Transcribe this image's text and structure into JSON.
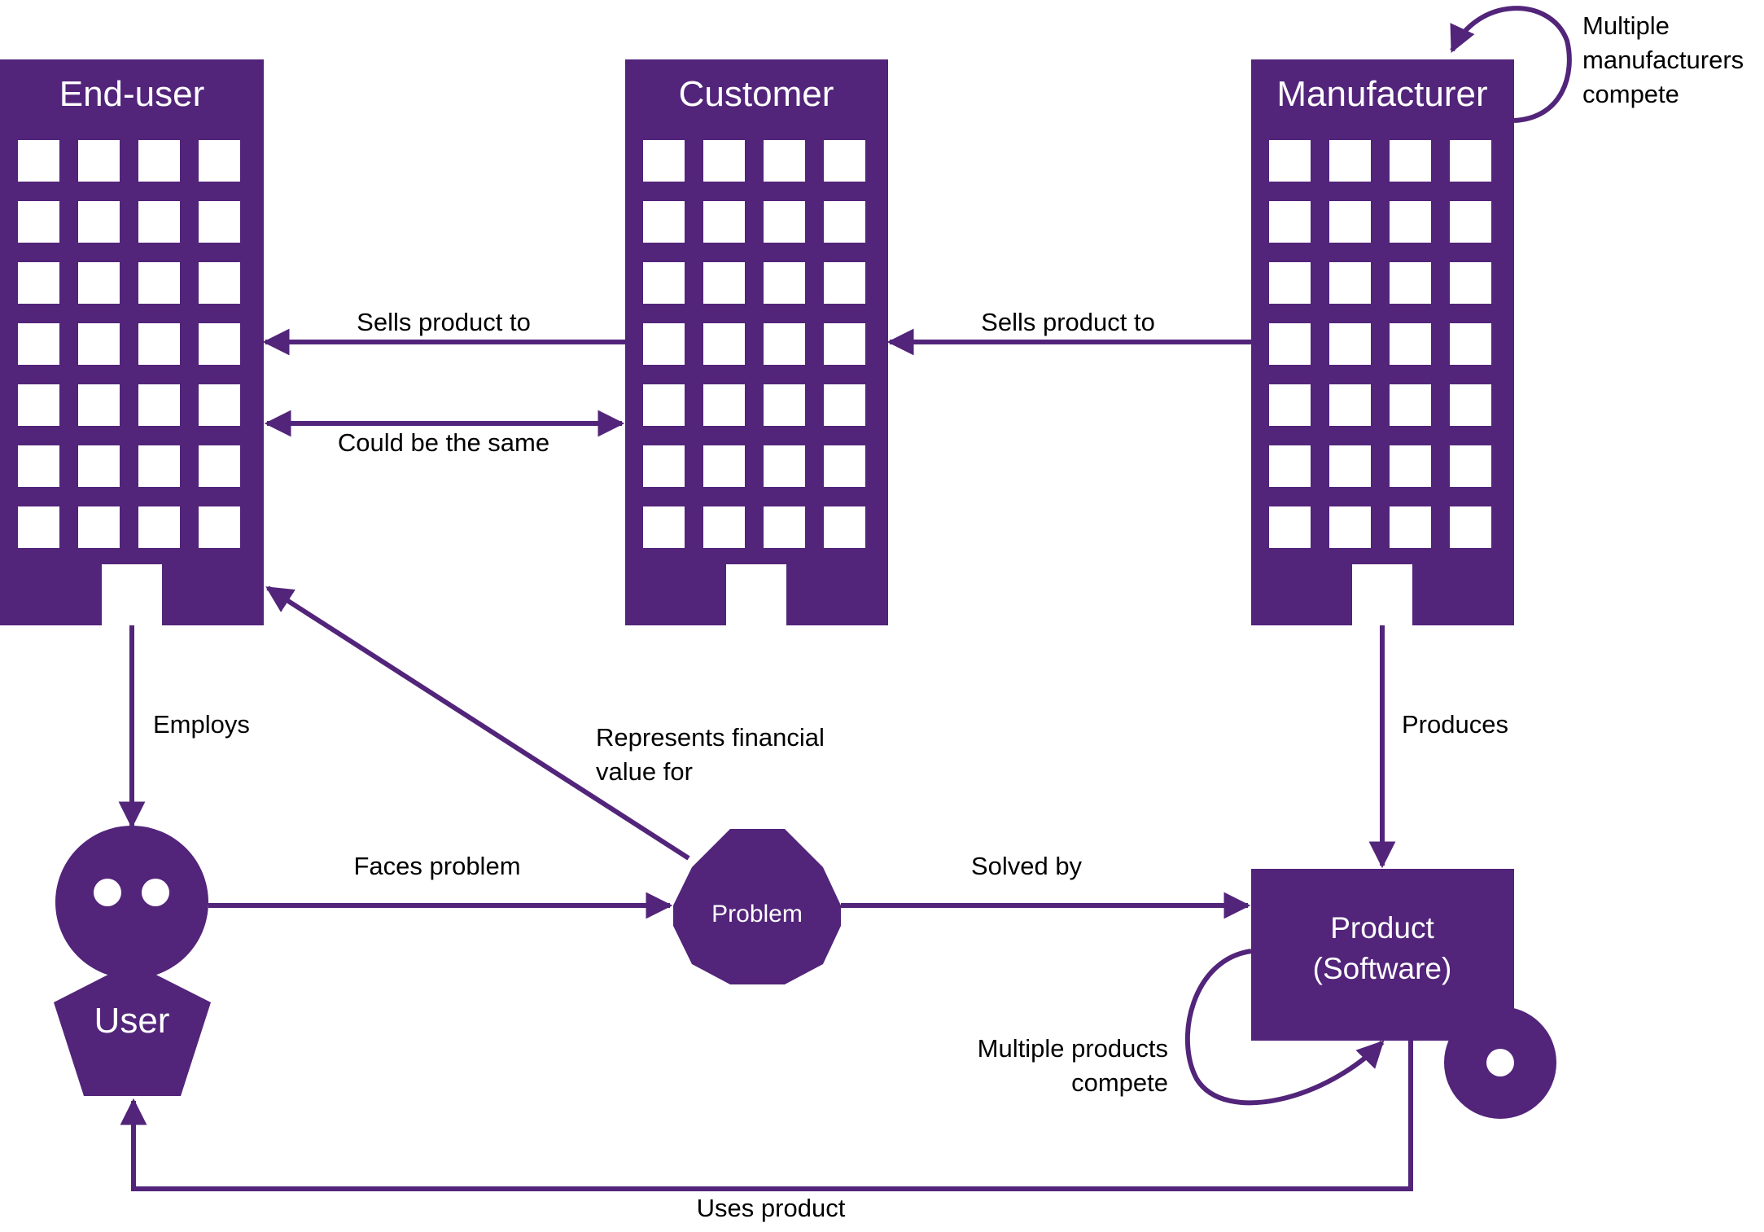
{
  "colors": {
    "primary": "#52247a",
    "background": "#ffffff",
    "text": "#000000",
    "inner_text": "#ffffff"
  },
  "nodes": {
    "end_user": {
      "title": "End-user",
      "icon": "building-icon"
    },
    "customer": {
      "title": "Customer",
      "icon": "building-icon"
    },
    "manufacturer": {
      "title": "Manufacturer",
      "icon": "building-icon"
    },
    "user": {
      "title": "User",
      "icon": "person-icon"
    },
    "problem": {
      "title": "Problem",
      "icon": "octagon-icon"
    },
    "product": {
      "title_line1": "Product",
      "title_line2": "(Software)",
      "icon": "disc-icon"
    }
  },
  "edges": {
    "customer_to_end_user": "Sells product to",
    "manufacturer_to_customer": "Sells product to",
    "could_be_same": "Could be the same",
    "employs": "Employs",
    "represents_line1": "Represents financial",
    "represents_line2": "value for",
    "faces_problem": "Faces problem",
    "solved_by": "Solved by",
    "produces": "Produces",
    "uses_product": "Uses product",
    "manufacturers_compete_line1": "Multiple",
    "manufacturers_compete_line2": "manufacturers",
    "manufacturers_compete_line3": "compete",
    "products_compete_line1": "Multiple products",
    "products_compete_line2": "compete"
  }
}
